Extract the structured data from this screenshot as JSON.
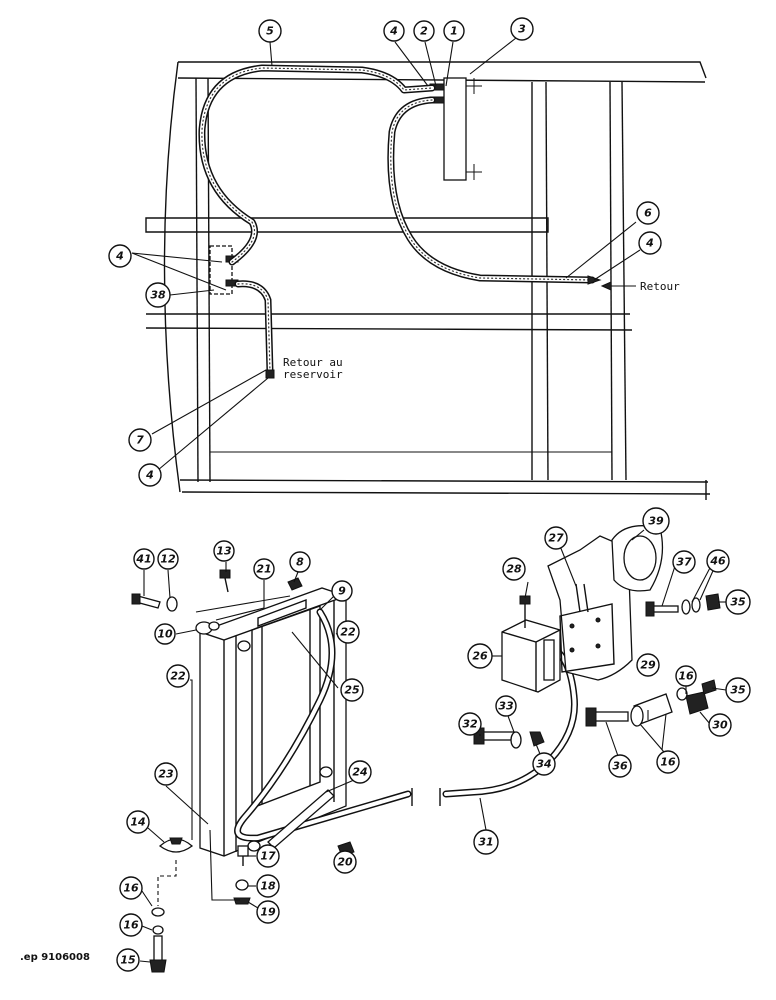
{
  "figure": {
    "reference": ".ep 9106008",
    "labels": {
      "retour": "Retour",
      "retour_reservoir_1": "Retour au",
      "retour_reservoir_2": "reservoir"
    },
    "callouts_top": [
      "5",
      "4",
      "2",
      "1",
      "3",
      "6",
      "4",
      "4",
      "38",
      "7",
      "4"
    ],
    "callouts_bottom": [
      "41",
      "12",
      "13",
      "8",
      "21",
      "9",
      "10",
      "22",
      "25",
      "22",
      "23",
      "24",
      "14",
      "17",
      "20",
      "18",
      "19",
      "16",
      "16",
      "15",
      "28",
      "27",
      "39",
      "37",
      "46",
      "35",
      "26",
      "29",
      "16",
      "35",
      "30",
      "32",
      "33",
      "34",
      "36",
      "16",
      "31"
    ]
  }
}
